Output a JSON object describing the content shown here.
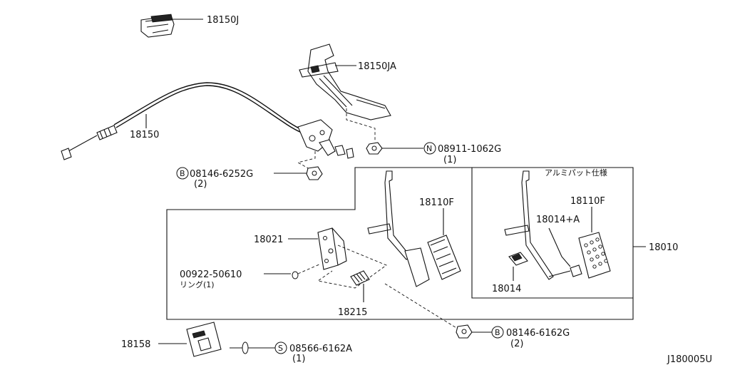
{
  "labels": {
    "p18150J": "18150J",
    "p18150JA": "18150JA",
    "p18150": "18150",
    "p08911": "08911-1062G",
    "p08911_qty": "(1)",
    "p08911_prefix": "N",
    "p08146a": "08146-6252G",
    "p08146a_qty": "(2)",
    "p08146a_prefix": "B",
    "p18110F_a": "18110F",
    "p18110F_b": "18110F",
    "alum_note": "アルミパット仕様",
    "p18014A": "18014+A",
    "p18021": "18021",
    "p18010": "18010",
    "p00922": "00922-50610",
    "p00922_sub": "リング(1)",
    "p18014": "18014",
    "p18215": "18215",
    "p08146b": "08146-6162G",
    "p08146b_qty": "(2)",
    "p08146b_prefix": "B",
    "p18158": "18158",
    "p08566": "08566-6162A",
    "p08566_qty": "(1)",
    "p08566_prefix": "S",
    "diagram_code": "J180005U"
  }
}
